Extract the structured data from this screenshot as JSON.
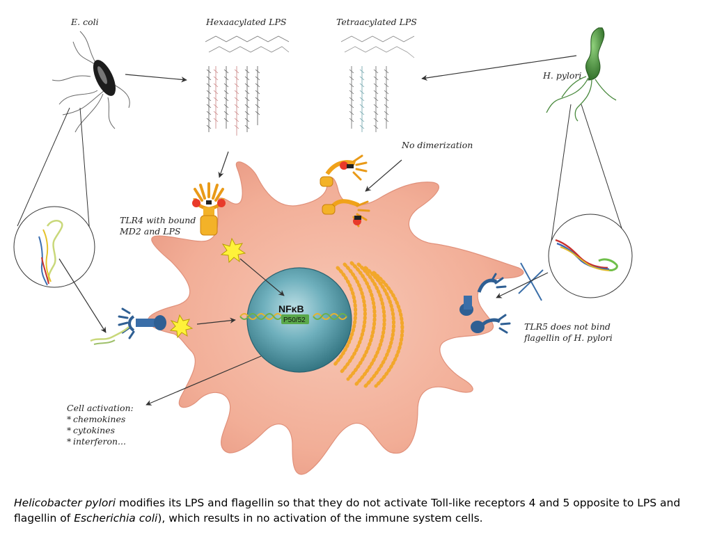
{
  "labels": {
    "ecoli": "E. coli",
    "hexa_lps": "Hexaacylated LPS",
    "tetra_lps": "Tetraacylated LPS",
    "hpylori": "H. pylori",
    "no_dimerization": "No dimerization",
    "tlr4_line1": "TLR4 with bound",
    "tlr4_line2": "MD2 and LPS",
    "nfkb": "NFκB",
    "p50_52": "P50/52",
    "tlr5_line1": "TLR5 does not bind",
    "tlr5_line2": "flagellin of H. pylori",
    "activation_title": "Cell activation:",
    "activation_items": [
      "chemokines",
      "cytokines",
      "interferon..."
    ]
  },
  "caption": {
    "part1": "Helicobacter pylori",
    "part2": " modifies its LPS and flagellin so that they do not activate Toll-like receptors 4 and 5 opposite to LPS and flagellin of ",
    "part3": "Escherichia coli",
    "part4": "), which results in no activation of the immune system cells."
  },
  "colors": {
    "cell_fill": "#f4b7a3",
    "nucleus": "#3f8a97",
    "receptor_orange": "#f0a21a",
    "receptor_blue": "#3a6ea8",
    "hpylori_green": "#3c7a33"
  }
}
